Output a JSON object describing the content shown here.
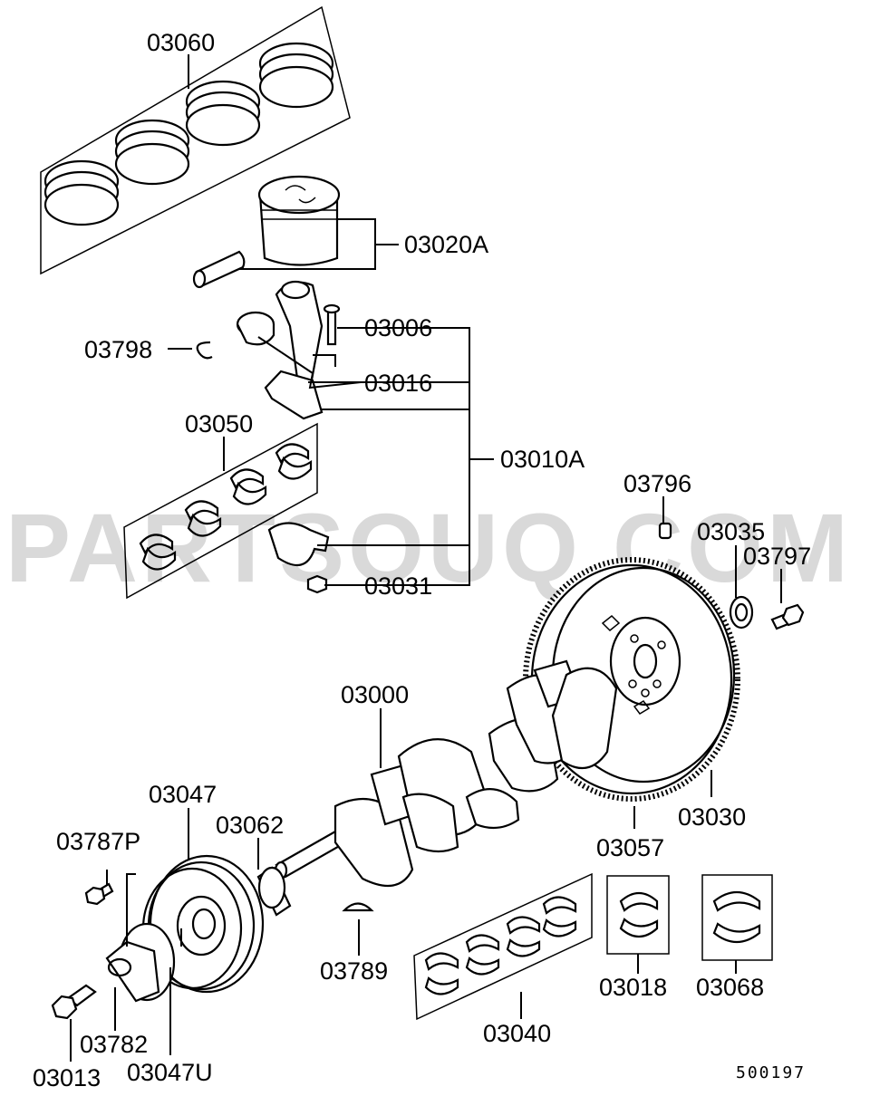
{
  "diagram": {
    "watermark": "PARTSOUQ.COM",
    "footer_code": "500197",
    "part_labels": {
      "p03060": "03060",
      "p03020A": "03020A",
      "p03006": "03006",
      "p03798": "03798",
      "p03016": "03016",
      "p03050": "03050",
      "p03010A": "03010A",
      "p03796": "03796",
      "p03035": "03035",
      "p03797": "03797",
      "p03031": "03031",
      "p03000": "03000",
      "p03047": "03047",
      "p03062": "03062",
      "p03787P": "03787P",
      "p03030": "03030",
      "p03057": "03057",
      "p03789": "03789",
      "p03018": "03018",
      "p03068": "03068",
      "p03782": "03782",
      "p03040": "03040",
      "p03013": "03013",
      "p03047U": "03047U"
    }
  }
}
